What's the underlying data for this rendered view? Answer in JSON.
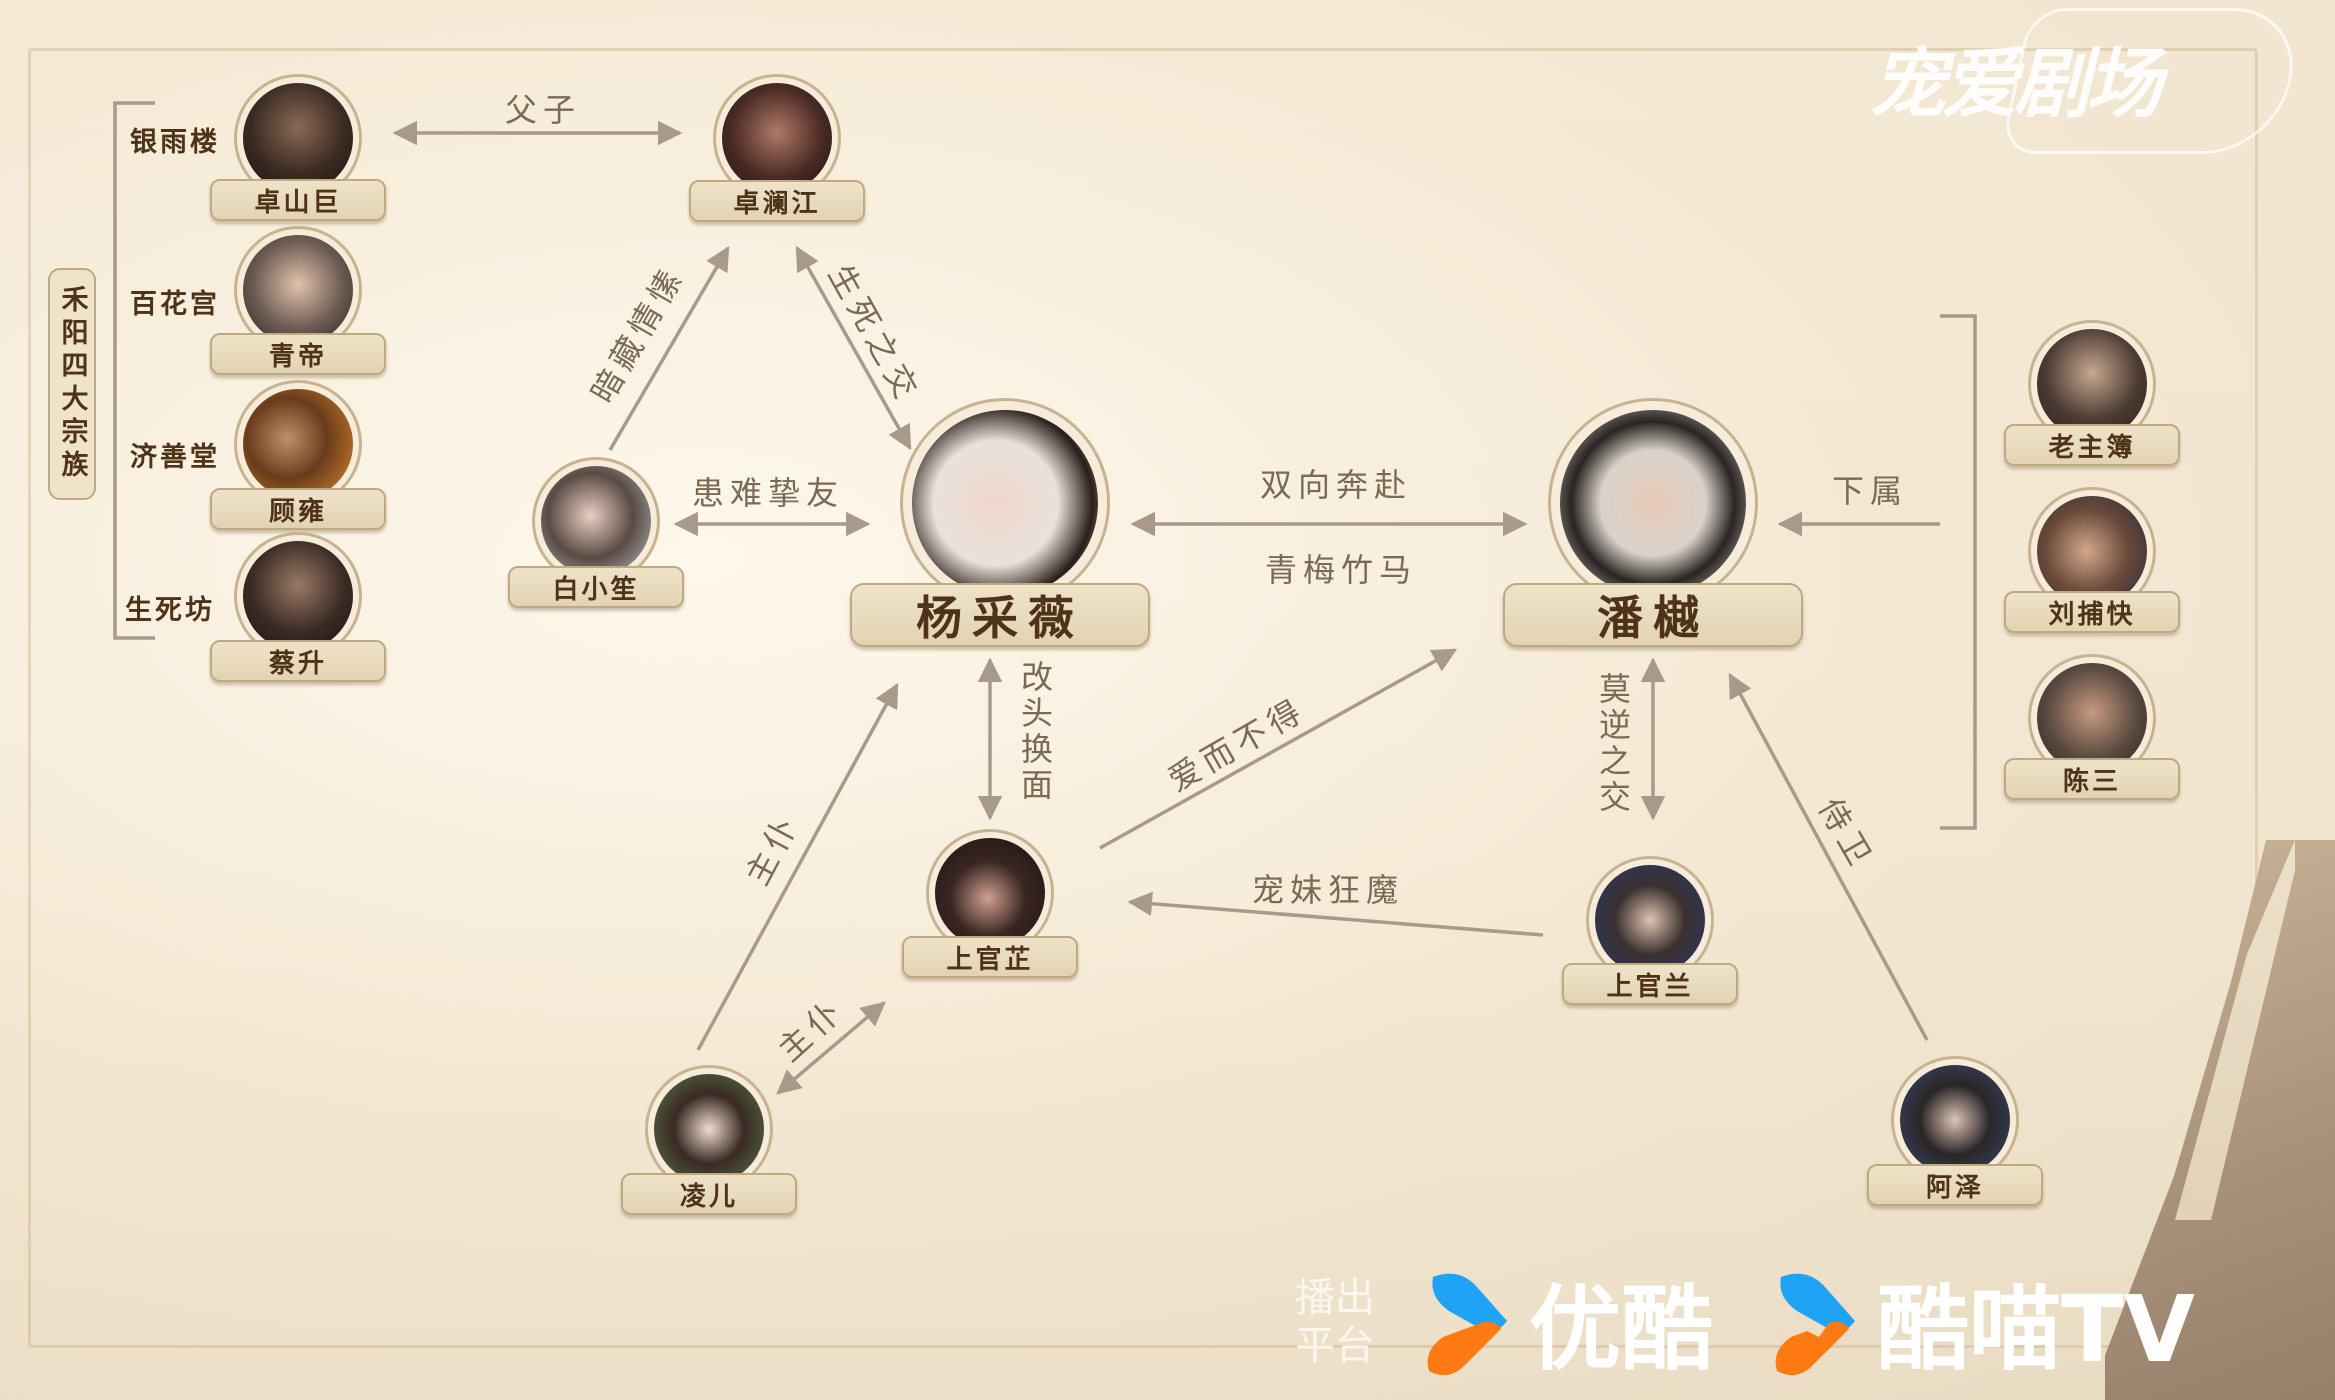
{
  "watermark": "宠爱剧场",
  "clan_group": {
    "title": "禾阳四大宗族",
    "clans": [
      {
        "clan": "银雨楼",
        "member": "卓山巨"
      },
      {
        "clan": "百花宫",
        "member": "青帝"
      },
      {
        "clan": "济善堂",
        "member": "顾雍"
      },
      {
        "clan": "生死坊",
        "member": "蔡升"
      }
    ]
  },
  "characters": {
    "zhuo_shanju": "卓山巨",
    "zhuo_lanjiang": "卓澜江",
    "qing_di": "青帝",
    "gu_yong": "顾雍",
    "cai_sheng": "蔡升",
    "bai_xiaosheng": "白小笙",
    "yang_caiwei": "杨采薇",
    "pan_yue": "潘樾",
    "lao_zhubu": "老主簿",
    "liu_buKuai": "刘捕快",
    "chen_san": "陈三",
    "shangguan_zhi": "上官芷",
    "shangguan_lan": "上官兰",
    "ling_er": "凌儿",
    "a_ze": "阿泽"
  },
  "relations": {
    "father_son": "父子",
    "hidden_love": "暗藏情愫",
    "life_death_friends": "生死之交",
    "friends_in_adversity": "患难挚友",
    "mutual_love": "双向奔赴",
    "childhood_sweethearts": "青梅竹马",
    "subordinate": "下属",
    "face_change": "改头换面",
    "unrequited_love": "爱而不得",
    "sworn_friends": "莫逆之交",
    "master_servant_1": "主仆",
    "master_servant_2": "主仆",
    "doting_brother": "宠妹狂魔",
    "guard": "侍卫"
  },
  "footer": {
    "platform_label": "播出平台",
    "platform_label_line1": "播出",
    "platform_label_line2": "平台",
    "brands": [
      "优酷",
      "酷喵TV"
    ]
  },
  "colors": {
    "paper": "#f3e8d4",
    "line": "#a8998a",
    "label_text": "#4e3318",
    "relation_text": "#7a6a55",
    "brand_blue": "#1fa3f5",
    "brand_orange": "#ff7a12"
  }
}
